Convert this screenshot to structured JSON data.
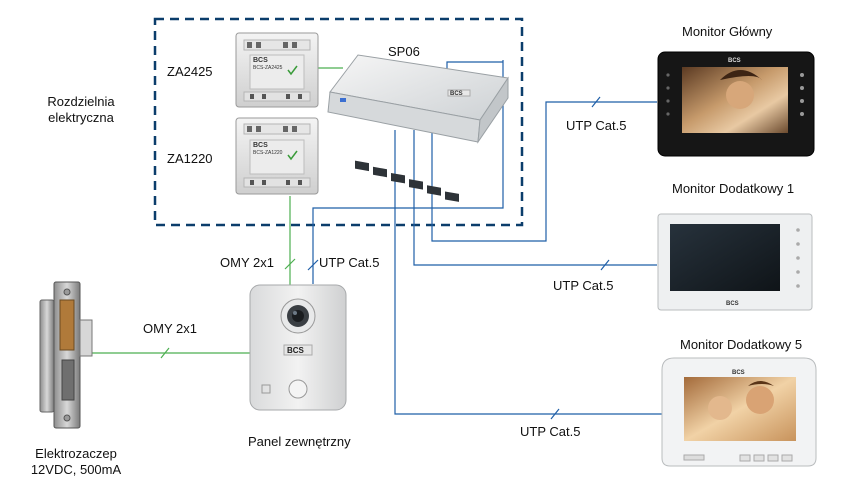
{
  "cabinet": {
    "label_line1": "Rozdzielnia",
    "label_line2": "elektryczna"
  },
  "modules": {
    "za2425": {
      "label": "ZA2425",
      "brand": "BCS",
      "model": "BCS-ZA2425"
    },
    "za1220": {
      "label": "ZA1220",
      "brand": "BCS",
      "model": "BCS-ZA1220"
    },
    "sp06": {
      "label": "SP06",
      "brand": "BCS"
    }
  },
  "monitors": {
    "main": {
      "label": "Monitor Główny",
      "brand": "BCS"
    },
    "extra1": {
      "label": "Monitor Dodatkowy 1",
      "brand": "BCS"
    },
    "extra5": {
      "label": "Monitor Dodatkowy 5",
      "brand": "BCS"
    }
  },
  "panel": {
    "label": "Panel zewnętrzny",
    "brand": "BCS"
  },
  "lock": {
    "label_line1": "Elektrozaczep",
    "label_line2": "12VDC, 500mA"
  },
  "cables": {
    "panel_power": "OMY 2x1",
    "panel_utp": "UTP Cat.5",
    "lock_cable": "OMY 2x1",
    "main_utp": "UTP Cat.5",
    "extra1_utp": "UTP Cat.5",
    "extra5_utp": "UTP Cat.5"
  },
  "colors": {
    "cabinet_border": "#0b3d6b",
    "utp_cable": "#1f5fa8",
    "power_cable": "#4caf50"
  }
}
